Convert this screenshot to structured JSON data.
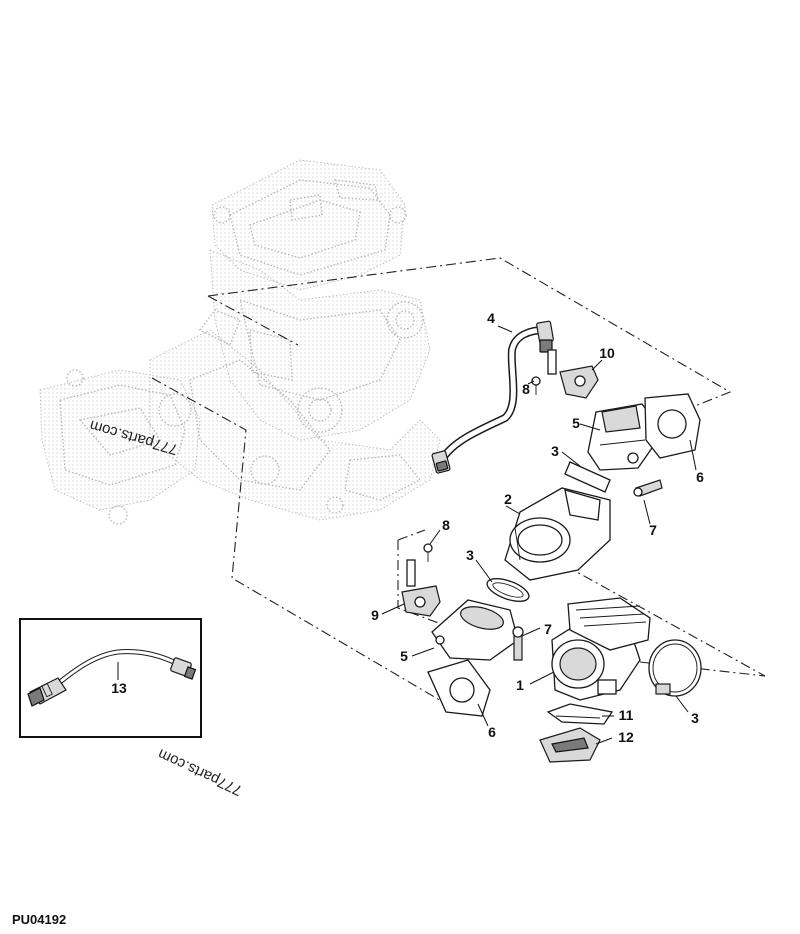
{
  "diagram": {
    "reference_code": "PU04192",
    "watermarks": [
      "777parts.com",
      "777parts.com"
    ],
    "callouts": {
      "c1": "1",
      "c2": "2",
      "c3a": "3",
      "c3b": "3",
      "c3c": "3",
      "c4": "4",
      "c5a": "5",
      "c5b": "5",
      "c6a": "6",
      "c6b": "6",
      "c7a": "7",
      "c7b": "7",
      "c8a": "8",
      "c8b": "8",
      "c9": "9",
      "c10": "10",
      "c11": "11",
      "c12": "12",
      "c13": "13"
    }
  }
}
